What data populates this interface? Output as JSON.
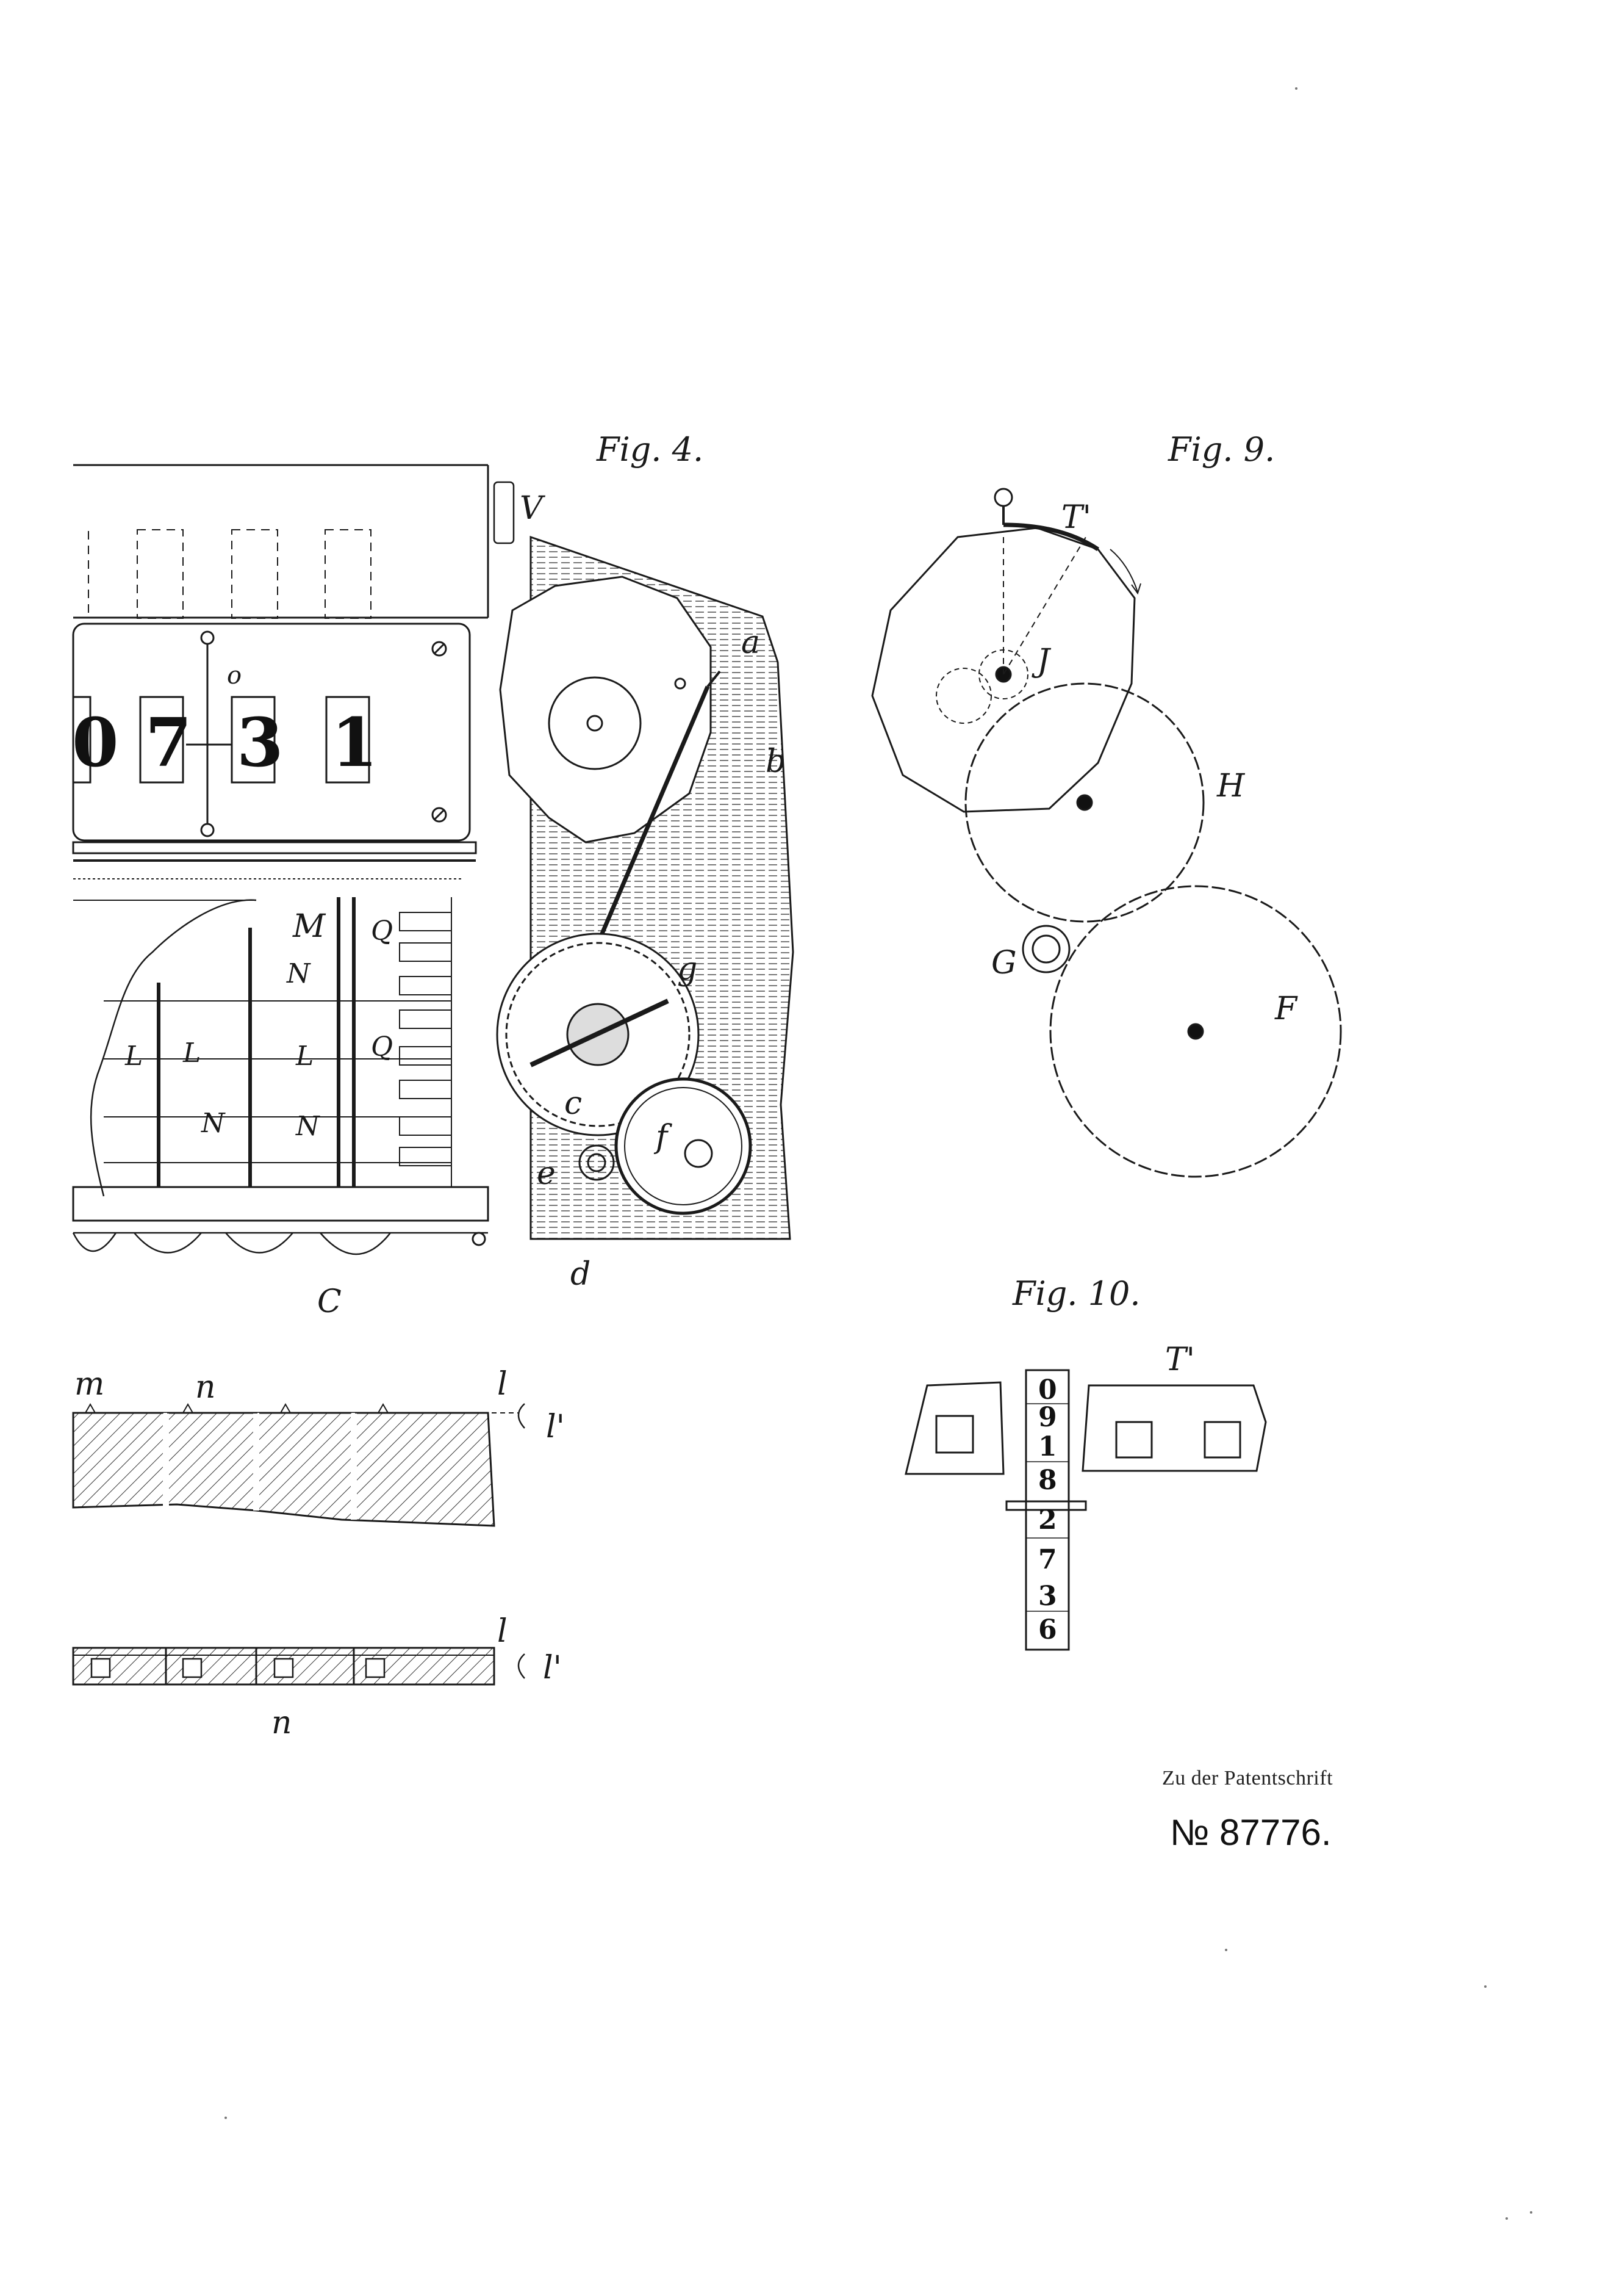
{
  "figures": {
    "fig4": "Fig. 4.",
    "fig9": "Fig. 9.",
    "fig10": "Fig. 10."
  },
  "counter_digits": [
    "0",
    "7",
    "3",
    "1"
  ],
  "fig4_labels": {
    "V": "V",
    "a": "a",
    "b": "b",
    "c": "c",
    "d": "d",
    "e": "e",
    "f": "f",
    "g": "g",
    "o": "o",
    "M": "M",
    "N": "N",
    "L": "L",
    "Q": "Q",
    "C": "C"
  },
  "fig5_labels": {
    "m": "m",
    "n": "n",
    "l": "l",
    "l1": "l'"
  },
  "fig6_labels": {
    "l": "l",
    "l1": "l'",
    "n": "n"
  },
  "fig9_labels": {
    "T1": "T'",
    "J": "J",
    "H": "H",
    "G": "G",
    "F": "F"
  },
  "fig10": {
    "T1": "T'",
    "strip_digits": [
      "0",
      "9",
      "1",
      "8",
      "2",
      "7",
      "3",
      "6"
    ]
  },
  "caption": "Zu der Patentschrift",
  "patent_number": "№ 87776."
}
